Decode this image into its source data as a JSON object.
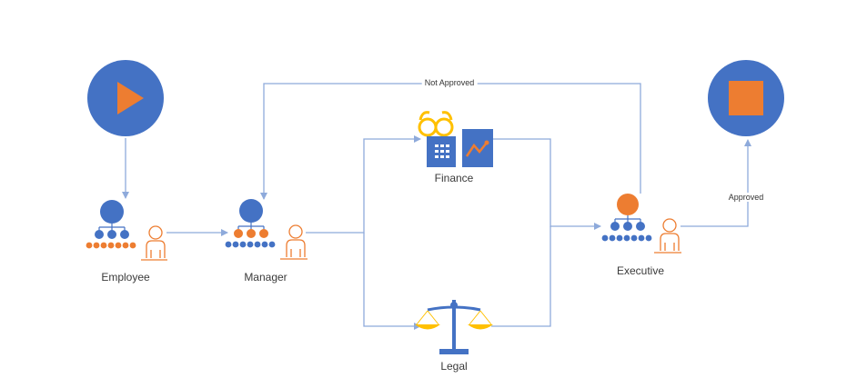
{
  "nodes": {
    "employee": {
      "label": "Employee"
    },
    "manager": {
      "label": "Manager"
    },
    "finance": {
      "label": "Finance"
    },
    "legal": {
      "label": "Legal"
    },
    "executive": {
      "label": "Executive"
    }
  },
  "edges": {
    "not_approved": {
      "label": "Not Approved"
    },
    "approved": {
      "label": "Approved"
    }
  },
  "colors": {
    "blue": "#4472c4",
    "orange": "#ed7d31",
    "gold": "#ffc000",
    "connector": "#8eaadb"
  },
  "icons": {
    "start": "play-icon",
    "end": "stop-icon",
    "employee": "org-chart-person-icon",
    "manager": "org-chart-person-icon",
    "finance": "calculator-chart-icon",
    "legal": "scales-icon",
    "executive": "org-chart-person-icon"
  }
}
